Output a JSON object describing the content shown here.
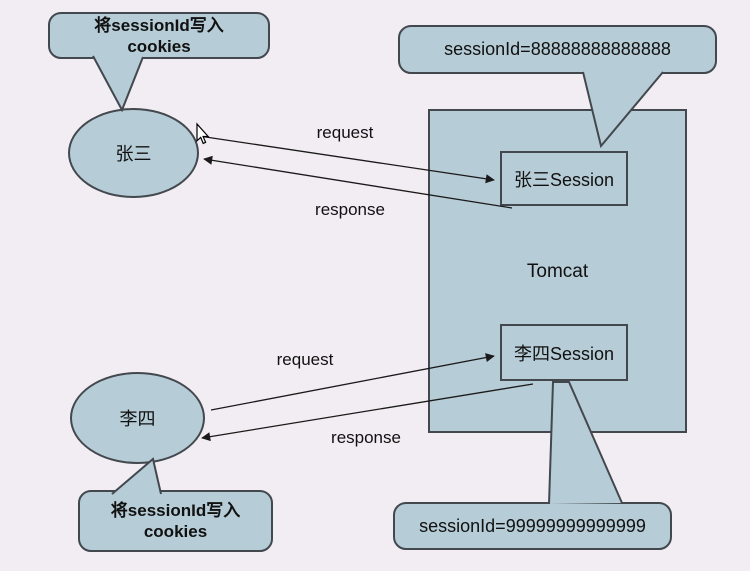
{
  "theme": {
    "bg": "#f2edf2",
    "fill": "#b6ccd6",
    "stroke": "#42484e",
    "text": "#111111",
    "line": "#1a1a1a"
  },
  "bubbles": {
    "top_left": {
      "line1": "将sessionId写入",
      "line2": "cookies"
    },
    "top_right": {
      "text": "sessionId=88888888888888"
    },
    "bottom_left": {
      "line1": "将sessionId写入",
      "line2": "cookies"
    },
    "bottom_right": {
      "text": "sessionId=99999999999999"
    }
  },
  "actors": {
    "top": "张三",
    "bottom": "李四"
  },
  "server": {
    "name": "Tomcat",
    "sessions": {
      "top": "张三Session",
      "bottom": "李四Session"
    }
  },
  "flows": {
    "request_top": "request",
    "response_top": "response",
    "request_bottom": "request",
    "response_bottom": "response"
  }
}
